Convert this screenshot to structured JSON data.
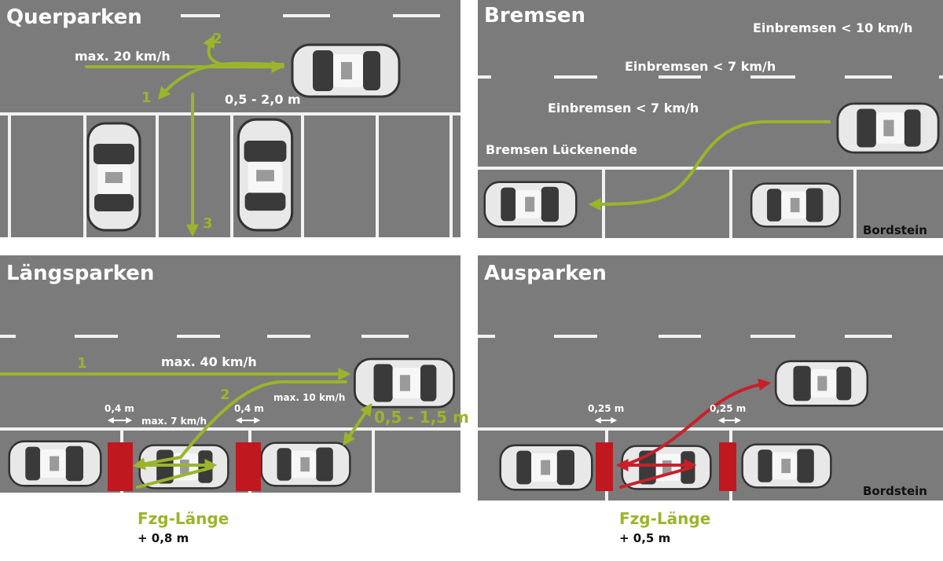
{
  "colors": {
    "asphalt": "#7a7a7a",
    "accent_green": "#9ab52b",
    "block_red": "#c0181f",
    "text_white": "#ffffff"
  },
  "panels": {
    "querparken": {
      "title": "Querparken",
      "speed": "max. 20 km/h",
      "distance": "0,5 - 2,0 m",
      "steps": [
        "1",
        "2",
        "3"
      ]
    },
    "bremsen": {
      "title": "Bremsen",
      "brake1": "Einbremsen < 10 km/h",
      "brake2": "Einbremsen < 7 km/h",
      "brake3": "Einbremsen < 7 km/h",
      "gap_end": "Bremsen Lückenende",
      "curb": "Bordstein"
    },
    "laengsparken": {
      "title": "Längsparken",
      "step1": "1",
      "step2": "2",
      "speed1": "max. 40 km/h",
      "speed2": "max. 10 km/h",
      "speed3": "max. 7 km/h",
      "gap_left": "0,4 m",
      "gap_right": "0,4 m",
      "distance": "0,5 - 1,5 m",
      "length_label": "Fzg-Länge",
      "length_extra": "+ 0,8 m"
    },
    "ausparken": {
      "title": "Ausparken",
      "gap_left": "0,25 m",
      "gap_right": "0,25 m",
      "curb": "Bordstein",
      "length_label": "Fzg-Länge",
      "length_extra": "+ 0,5 m"
    }
  }
}
